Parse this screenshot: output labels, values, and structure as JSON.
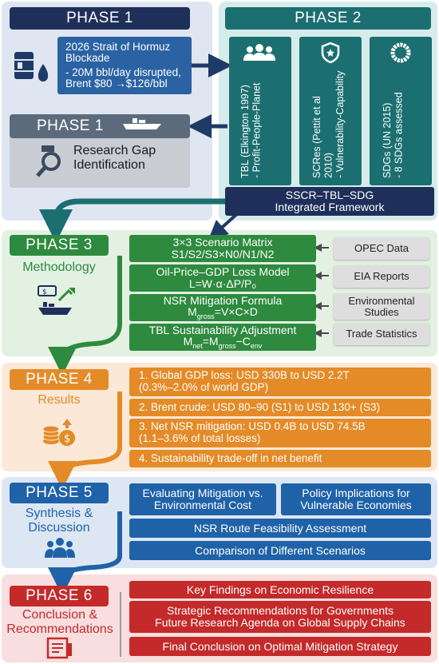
{
  "colors": {
    "navy": "#1e2f5a",
    "teal": "#1c6f70",
    "green": "#2e8a3e",
    "orange": "#e48b28",
    "blue": "#1f62a8",
    "red": "#c42a2a",
    "grey_box": "#dedede"
  },
  "phase1_top": {
    "header": "PHASE 1",
    "scenario_line1": "2026 Strait of Hormuz",
    "scenario_line2": "Blockade",
    "scenario_line3": "- 20M bbl/day disrupted,",
    "scenario_line4": "Brent $80 →$126/bbl",
    "icon": "oil-barrel-icon"
  },
  "phase2": {
    "header": "PHASE 2",
    "col1_line1": "TBL (Elkington 1997)",
    "col1_line2": "- Profit-People-Planet",
    "col2_line1": "SCRes (Pettit et al 2010)",
    "col2_line2": "- Vulnerability-Capability",
    "col3_line1": "SDGs (UN 2015)",
    "col3_line2": "- 8 SDGs assessed",
    "framework_line1": "SSCR–TBL–SDG",
    "framework_line2": "Integrated Framework"
  },
  "phase1_gap": {
    "header": "PHASE 1",
    "gap_line1": "Research Gap",
    "gap_line2": "Identification"
  },
  "phase3": {
    "header": "PHASE 3",
    "title": "Methodology",
    "m1_line1": "3×3 Scenario Matrix",
    "m1_line2": "S1/S2/S3×N0/N1/N2",
    "m2_line1": "Oil-Price–GDP Loss Model",
    "m2_line2": "L=W·α·ΔP/P₀",
    "m3_line1": "NSR Mitigation Formula",
    "m3_line2_a": "M",
    "m3_line2_sub": "gross",
    "m3_line2_b": "=V×C×D",
    "m4_line1": "TBL Sustainability Adjustment",
    "m4_line2_a": "M",
    "m4_line2_sub1": "net",
    "m4_line2_b": "=M",
    "m4_line2_sub2": "gross",
    "m4_line2_c": "−C",
    "m4_line2_sub3": "env",
    "d1": "OPEC Data",
    "d2": "EIA Reports",
    "d3_line1": "Environmental",
    "d3_line2": "Studies",
    "d4": "Trade Statistics"
  },
  "phase4": {
    "header": "PHASE 4",
    "title": "Results",
    "r1_line1": "1. Global GDP loss: USD 330B to USD 2.2T",
    "r1_line2": "(0.3%–2.0% of world GDP)",
    "r2": "2. Brent crude: USD 80–90 (S1) to USD 130+ (S3)",
    "r3_line1": "3. Net NSR mitigation: USD 0.4B to USD 74.5B",
    "r3_line2": "(1.1–3.6% of total losses)",
    "r4": "4. Sustainability trade-off in net benefit"
  },
  "phase5": {
    "header": "PHASE 5",
    "title_line1": "Synthesis &",
    "title_line2": "Discussion",
    "s1_line1": "Evaluating Mitigation vs.",
    "s1_line2": "Environmental Cost",
    "s2_line1": "Policy Implications for",
    "s2_line2": "Vulnerable Economies",
    "s3": "NSR Route Feasibility Assessment",
    "s4": "Comparison of Different Scenarios"
  },
  "phase6": {
    "header": "PHASE 6",
    "title_line1": "Conclusion &",
    "title_line2": "Recommendations",
    "c1": "Key Findings on Economic Resilience",
    "c2_line1": "Strategic Recommendations for Governments",
    "c2_line2": "Future Research Agenda on Global Supply Chains",
    "c3": "Final Conclusion on Optimal Mitigation Strategy"
  }
}
